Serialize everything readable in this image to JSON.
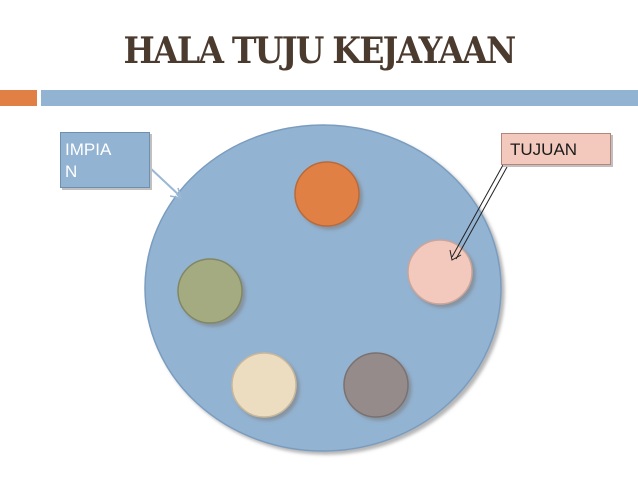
{
  "title": "HALA TUJU KEJAYAAN",
  "labels": {
    "impian": "IMPIA\nN",
    "tujuan": "TUJUAN"
  },
  "colors": {
    "title": "#4b3a2e",
    "accent_orange": "#e08045",
    "accent_blue": "#93b3d2",
    "big_circle": "#93b3d2",
    "circle_orange": "#e08045",
    "circle_pink": "#f2c9bc",
    "circle_grey": "#958b8a",
    "circle_cream": "#ecdcc0",
    "circle_olive": "#a4ab80",
    "label_impian_bg": "#93b3d2",
    "label_tujuan_bg": "#f2c9bc"
  }
}
